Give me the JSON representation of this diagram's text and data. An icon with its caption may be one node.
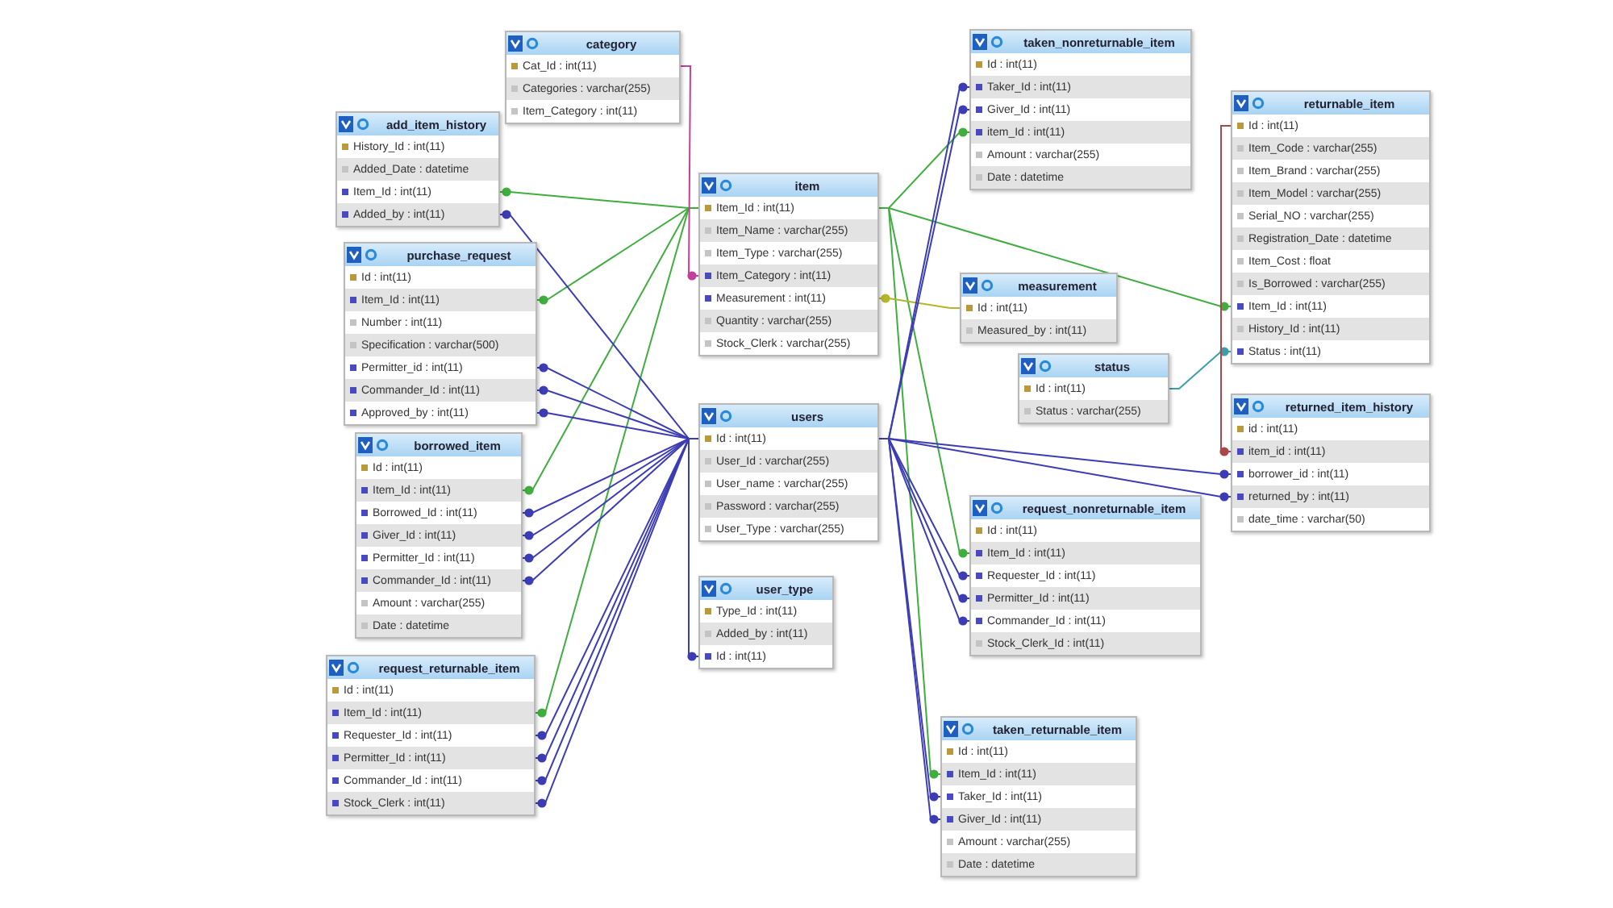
{
  "diagram": {
    "nodes": [
      {
        "text": [
          "category",
          "Cat_Id : int(11)",
          "Categories : varchar(255)",
          "Item_Category : int(11)"
        ]
      },
      {
        "text": [
          "add_item_history",
          "History_Id : int(11)",
          "Added_Date : datetime",
          "Item_Id : int(11)",
          "Added_by : int(11)"
        ]
      },
      {
        "text": [
          "item",
          "Item_Id : int(11)",
          "Item_Name : varchar(255)",
          "Item_Type : varchar(255)",
          "Item_Category : int(11)",
          "Measurement : int(11)",
          "Quantity : varchar(255)",
          "Stock_Clerk : varchar(255)"
        ]
      },
      {
        "text": [
          "purchase_request",
          "Id : int(11)",
          "Item_Id : int(11)",
          "Number : int(11)",
          "Specification : varchar(500)",
          "Permitter_id : int(11)",
          "Commander_Id : int(11)",
          "Approved_by : int(11)"
        ]
      },
      {
        "text": [
          "taken_nonreturnable_item",
          "Id : int(11)",
          "Taker_Id : int(11)",
          "Giver_Id : int(11)",
          "item_Id : int(11)",
          "Amount : varchar(255)",
          "Date : datetime"
        ]
      },
      {
        "text": [
          "returnable_item",
          "Id : int(11)",
          "Item_Code : varchar(255)",
          "Item_Brand : varchar(255)",
          "Item_Model : varchar(255)",
          "Serial_NO : varchar(255)",
          "Registration_Date : datetime",
          "Item_Cost : float",
          "Is_Borrowed : varchar(255)",
          "Item_Id : int(11)",
          "History_Id : int(11)",
          "Status : int(11)"
        ]
      },
      {
        "text": [
          "measurement",
          "Id : int(11)",
          "Measured_by : int(11)"
        ]
      },
      {
        "text": [
          "status",
          "Id : int(11)",
          "Status : varchar(255)"
        ]
      },
      {
        "text": [
          "users",
          "Id : int(11)",
          "User_Id : varchar(255)",
          "User_name : varchar(255)",
          "Password : varchar(255)",
          "User_Type : varchar(255)"
        ]
      },
      {
        "text": [
          "borrowed_item",
          "Id : int(11)",
          "Item_Id : int(11)",
          "Borrowed_Id : int(11)",
          "Giver_Id : int(11)",
          "Permitter_Id : int(11)",
          "Commander_Id : int(11)",
          "Amount : varchar(255)",
          "Date : datetime"
        ]
      },
      {
        "text": [
          "returned_item_history",
          "id : int(11)",
          "item_id : int(11)",
          "borrower_id : int(11)",
          "returned_by : int(11)",
          "date_time : varchar(50)"
        ]
      },
      {
        "text": [
          "request_nonreturnable_item",
          "Id : int(11)",
          "Item_Id : int(11)",
          "Requester_Id : int(11)",
          "Permitter_Id : int(11)",
          "Commander_Id : int(11)",
          "Stock_Clerk_Id : int(11)"
        ]
      },
      {
        "text": [
          "user_type",
          "Type_Id : int(11)",
          "Added_by : int(11)",
          "Id : int(11)"
        ]
      },
      {
        "text": [
          "request_returnable_item",
          "Id : int(11)",
          "Item_Id : int(11)",
          "Requester_Id : int(11)",
          "Permitter_Id : int(11)",
          "Commander_Id : int(11)",
          "Stock_Clerk : int(11)"
        ]
      },
      {
        "text": [
          "taken_returnable_item",
          "Id : int(11)",
          "Item_Id : int(11)",
          "Taker_Id : int(11)",
          "Giver_Id : int(11)",
          "Amount : varchar(255)",
          "Date : datetime"
        ]
      }
    ],
    "edges": [
      {
        "from": 2,
        "to": 1,
        "arrow": "other",
        "color": "#3fae3f"
      },
      {
        "from": 2,
        "to": 3,
        "arrow": "other",
        "color": "#3fae3f"
      },
      {
        "from": 2,
        "to": 9,
        "arrow": "other",
        "color": "#3fae3f"
      },
      {
        "from": 2,
        "to": 13,
        "arrow": "other",
        "color": "#3fae3f"
      },
      {
        "from": 2,
        "to": 4,
        "arrow": "other",
        "color": "#3fae3f"
      },
      {
        "from": 2,
        "to": 5,
        "arrow": "other",
        "color": "#3fae3f"
      },
      {
        "from": 2,
        "to": 11,
        "arrow": "other",
        "color": "#3fae3f"
      },
      {
        "from": 2,
        "to": 14,
        "arrow": "other",
        "color": "#3fae3f"
      },
      {
        "from": 0,
        "to": 2,
        "arrow": "other",
        "color": "#c2409a"
      },
      {
        "from": 6,
        "to": 2,
        "arrow": "other",
        "color": "#b5b52a"
      },
      {
        "from": 7,
        "to": 5,
        "arrow": "other",
        "color": "#3a9fa8"
      },
      {
        "from": 5,
        "to": 10,
        "arrow": "other",
        "color": "#a84848"
      },
      {
        "from": 8,
        "to": 1,
        "arrow": "other"
      },
      {
        "from": 8,
        "to": 3,
        "arrow": "other"
      },
      {
        "from": 8,
        "to": 3,
        "arrow": "other"
      },
      {
        "from": 8,
        "to": 3,
        "arrow": "other"
      },
      {
        "from": 8,
        "to": 9,
        "arrow": "other"
      },
      {
        "from": 8,
        "to": 9,
        "arrow": "other"
      },
      {
        "from": 8,
        "to": 9,
        "arrow": "other"
      },
      {
        "from": 8,
        "to": 9,
        "arrow": "other"
      },
      {
        "from": 8,
        "to": 13,
        "arrow": "other"
      },
      {
        "from": 8,
        "to": 13,
        "arrow": "other"
      },
      {
        "from": 8,
        "to": 13,
        "arrow": "other"
      },
      {
        "from": 8,
        "to": 13,
        "arrow": "other"
      },
      {
        "from": 8,
        "to": 12,
        "arrow": "other"
      },
      {
        "from": 8,
        "to": 4,
        "arrow": "other"
      },
      {
        "from": 8,
        "to": 4,
        "arrow": "other"
      },
      {
        "from": 8,
        "to": 10,
        "arrow": "other"
      },
      {
        "from": 8,
        "to": 10,
        "arrow": "other"
      },
      {
        "from": 8,
        "to": 11,
        "arrow": "other"
      },
      {
        "from": 8,
        "to": 11,
        "arrow": "other"
      },
      {
        "from": 8,
        "to": 11,
        "arrow": "other"
      },
      {
        "from": 8,
        "to": 14,
        "arrow": "other"
      },
      {
        "from": 8,
        "to": 14,
        "arrow": "other"
      }
    ]
  }
}
